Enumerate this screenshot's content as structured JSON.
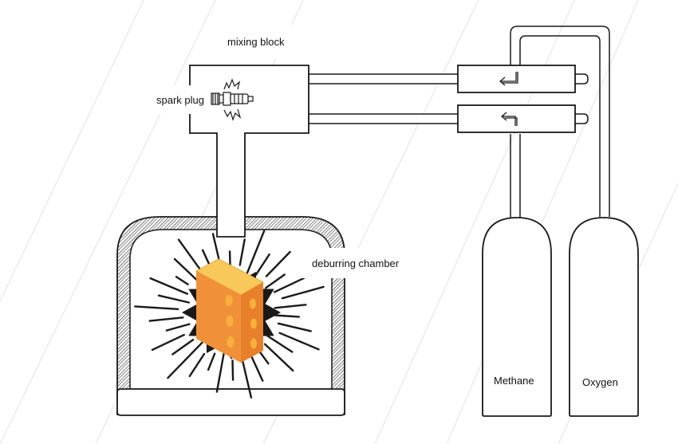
{
  "labels": {
    "mixing_block": "mixing block",
    "spark_plug": "spark plug",
    "deburring_chamber": "deburring chamber",
    "methane": "Methane",
    "oxygen": "Oxygen"
  },
  "colors": {
    "outline": "#1a1a1a",
    "background": "#ffffff",
    "diagonal_lines": "#ececec",
    "part_front": "#f0913a",
    "part_side": "#e87f2a",
    "part_top": "#f8c85a",
    "part_holes": "#f5b13a"
  },
  "icons": {
    "spark": "spark-burst-icon",
    "valve_top": "return-arrow-icon",
    "valve_bottom": "return-arrow-icon"
  }
}
